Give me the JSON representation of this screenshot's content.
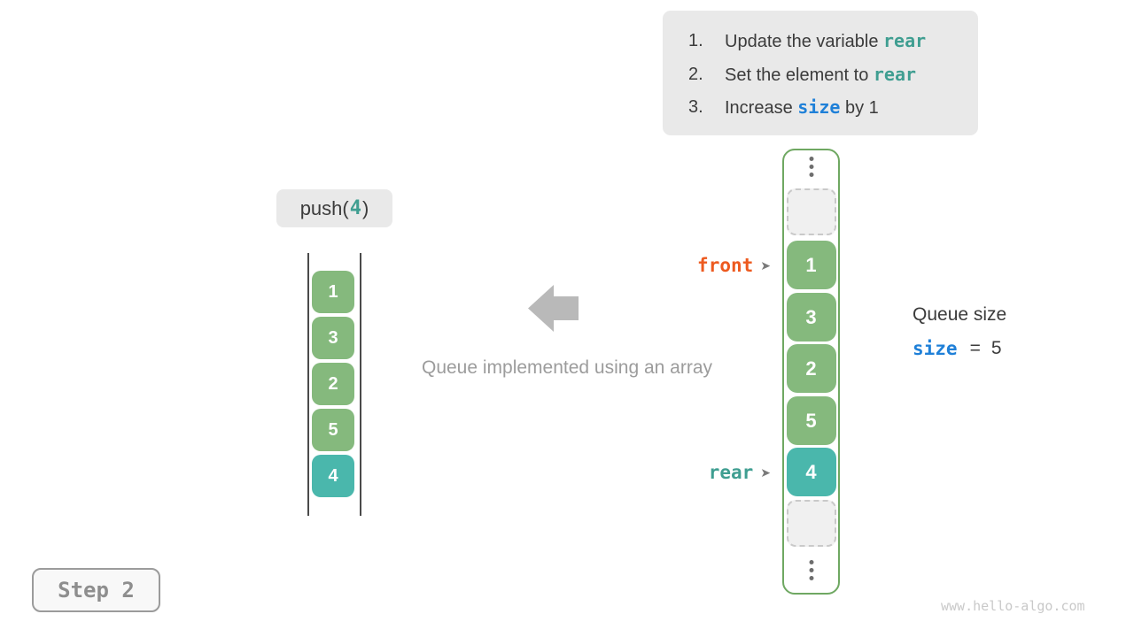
{
  "instructions": {
    "items": [
      {
        "num": "1.",
        "pre": "Update the variable ",
        "code": "rear",
        "post": "",
        "style": "teal"
      },
      {
        "num": "2.",
        "pre": "Set the element to ",
        "code": "rear",
        "post": "",
        "style": "teal"
      },
      {
        "num": "3.",
        "pre": "Increase ",
        "code": "size",
        "post": " by 1",
        "style": "blue"
      }
    ]
  },
  "operation": {
    "prefix": "push(",
    "arg": "4",
    "suffix": ")"
  },
  "abstract_queue": {
    "cells": [
      {
        "value": "1",
        "type": "normal"
      },
      {
        "value": "3",
        "type": "normal"
      },
      {
        "value": "2",
        "type": "normal"
      },
      {
        "value": "5",
        "type": "normal"
      },
      {
        "value": "4",
        "type": "highlight"
      }
    ]
  },
  "caption": "Queue implemented using an array",
  "array": {
    "cells": [
      {
        "value": "1",
        "type": "normal"
      },
      {
        "value": "3",
        "type": "normal"
      },
      {
        "value": "2",
        "type": "normal"
      },
      {
        "value": "5",
        "type": "normal"
      },
      {
        "value": "4",
        "type": "highlight"
      }
    ]
  },
  "pointers": {
    "front": {
      "label": "front",
      "arrow": "➤"
    },
    "rear": {
      "label": "rear",
      "arrow": "➤"
    }
  },
  "queue_size": {
    "title": "Queue size",
    "variable": "size",
    "equals": "=",
    "value": "5"
  },
  "step": {
    "label": "Step 2"
  },
  "watermark": "www.hello-algo.com",
  "colors": {
    "teal_text": "#3f9e91",
    "blue_text": "#1f80d8",
    "orange_text": "#ed5a1f",
    "cell_green": "#85b97d",
    "cell_teal": "#4ab7ac",
    "array_border": "#6fa862",
    "panel_gray": "#e9e9e9"
  }
}
